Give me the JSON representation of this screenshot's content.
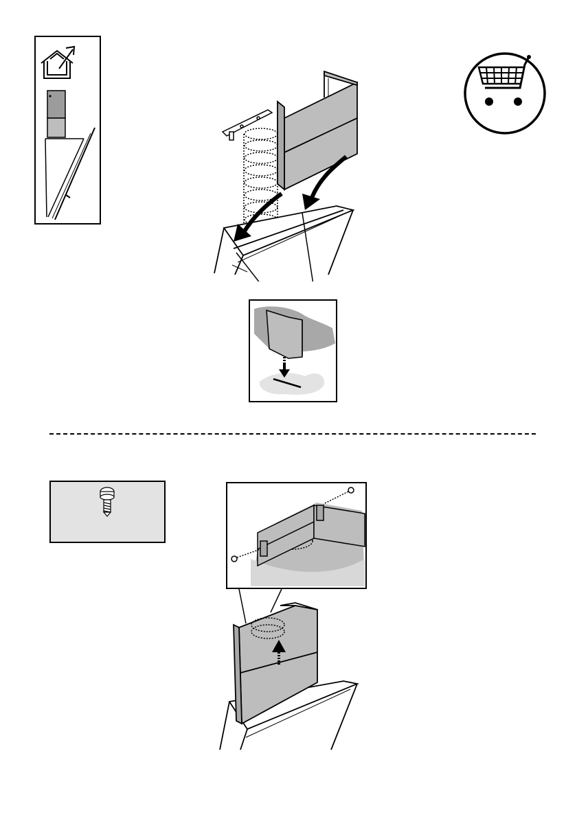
{
  "page": {
    "background": "#ffffff"
  },
  "top_section": {
    "mode_panel": {
      "icons": [
        "house-outdoor-vent-icon",
        "chimney-hood-side-view-icon"
      ]
    },
    "accessory_badge": {
      "icon": "shopping-cart-icon"
    },
    "main_illustration": {
      "subject": "chimney-cover-onto-hood",
      "arrows": [
        "arrow-left-down",
        "arrow-right-down"
      ]
    },
    "detail_callout": {
      "icon": "insert-arrow-icon"
    }
  },
  "divider": {
    "style": "dashed"
  },
  "bottom_section": {
    "screw_panel": {
      "icon": "screw-icon",
      "fill": "#e3e3e3"
    },
    "detail_callout": {
      "icons": [
        "screw-icon",
        "screw-icon"
      ]
    },
    "main_illustration": {
      "subject": "extend-upper-chimney",
      "arrow": "arrow-up"
    }
  },
  "colors": {
    "line": "#000000",
    "panel_gray": "#bdbdbd",
    "panel_gray_dark": "#a8a8a8",
    "detail_gray": "#e3e3e3",
    "shadow": "#d8d8d8"
  }
}
